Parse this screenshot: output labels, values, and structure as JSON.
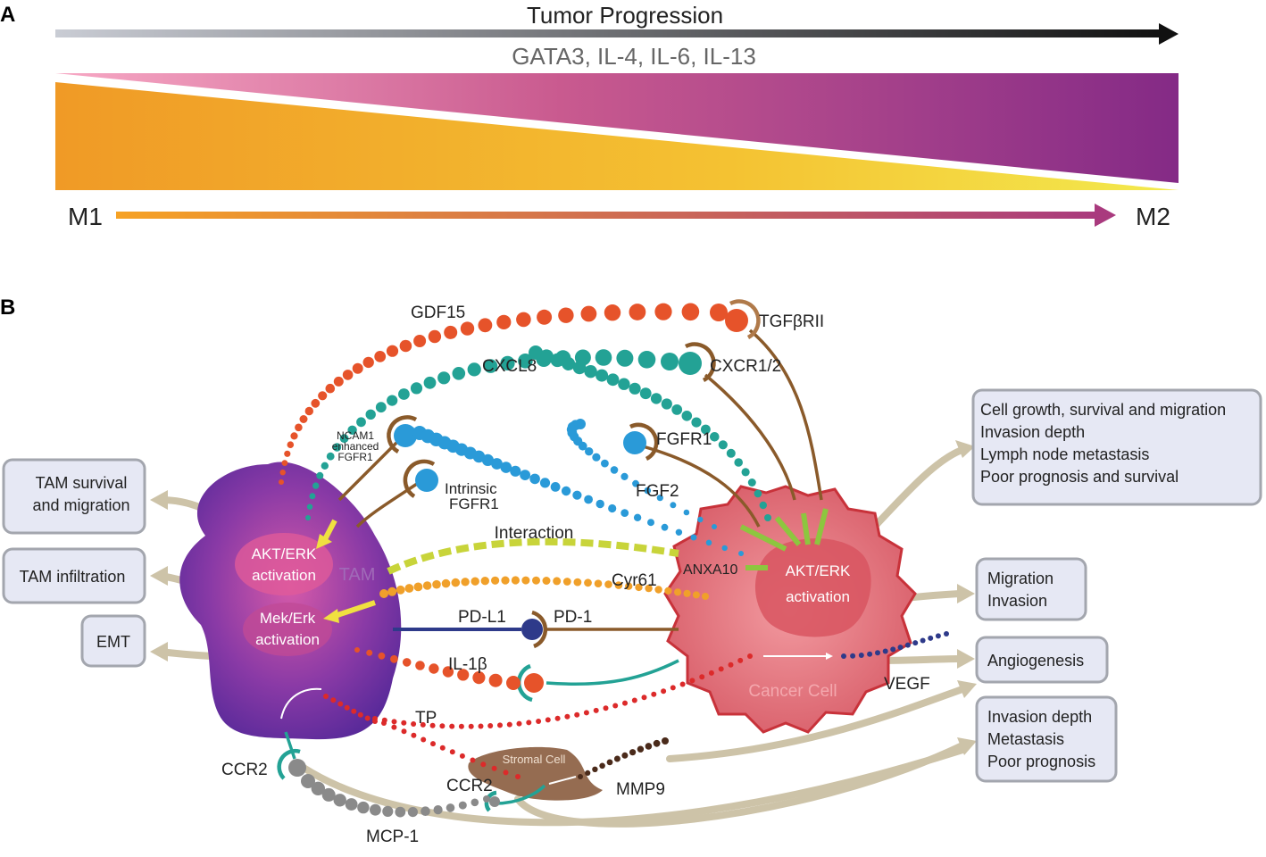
{
  "panel_a": {
    "letter": "A",
    "progression_label": "Tumor Progression",
    "cytokines_label": "GATA3, IL-4, IL-6, IL-13",
    "start_label": "M1",
    "end_label": "M2"
  },
  "panel_b": {
    "letter": "B",
    "ligands": {
      "gdf15": "GDF15",
      "tgfbrii": "TGFβRII",
      "cxcl8": "CXCL8",
      "cxcr12": "CXCR1/2",
      "ncam1_l1": "NCAM1",
      "ncam1_l2": "enhanced",
      "ncam1_l3": "FGFR1",
      "fgfr1": "FGFR1",
      "intrinsic_l1": "Intrinsic",
      "intrinsic_l2": "FGFR1",
      "fgf2": "FGF2",
      "interaction": "Interaction",
      "anxa10": "ANXA10",
      "cyr61": "Cyr61",
      "pdl1": "PD-L1",
      "pd1": "PD-1",
      "il1b": "IL-1β",
      "vegf": "VEGF",
      "tp": "TP",
      "ccr2_tam": "CCR2",
      "ccr2_stromal": "CCR2",
      "mmp9": "MMP9",
      "mcp1": "MCP-1"
    },
    "tam": {
      "name": "TAM",
      "akt_l1": "AKT/ERK",
      "akt_l2": "activation",
      "mek_l1": "Mek/Erk",
      "mek_l2": "activation"
    },
    "cancer": {
      "name": "Cancer Cell",
      "akt_l1": "AKT/ERK",
      "akt_l2": "activation"
    },
    "stromal": {
      "name": "Stromal Cell"
    },
    "left_boxes": {
      "survival": [
        "TAM survival",
        "and migration"
      ],
      "infiltration": [
        "TAM infiltration"
      ],
      "emt": [
        "EMT"
      ]
    },
    "right_boxes": {
      "growth": [
        "Cell growth, survival and migration",
        "Invasion depth",
        "Lymph node metastasis",
        "Poor prognosis and survival"
      ],
      "migration": [
        "Migration",
        "Invasion"
      ],
      "angiogenesis": [
        "Angiogenesis"
      ],
      "invasion": [
        "Invasion depth",
        "Metastasis",
        "Poor prognosis"
      ]
    },
    "colors": {
      "m1_orange": "#f0a02a",
      "m2_purple": "#842a86",
      "tam_purple": "#6a2aa0",
      "cancer_red": "#e0707a",
      "gdf15_orange": "#e6532a",
      "cxcl8_teal": "#23a295",
      "fgf_blue": "#2a9ad8",
      "interaction_green": "#c8d43a",
      "pd_navy": "#2e3a8a",
      "arrow_beige": "#cdc3a8",
      "receptor_brown": "#8a5a2a"
    }
  }
}
